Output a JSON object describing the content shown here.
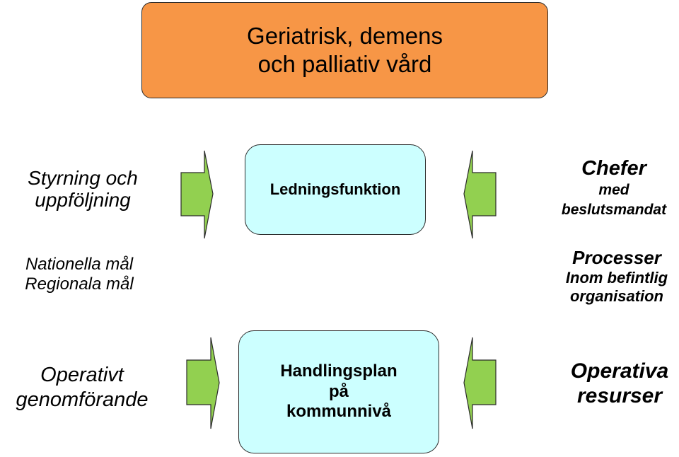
{
  "title": {
    "line1": "Geriatrisk, demens",
    "line2": "och palliativ vård"
  },
  "left_labels": {
    "styrning": {
      "line1": "Styrning och",
      "line2": "uppföljning"
    },
    "mal": {
      "line1": "Nationella mål",
      "line2": "Regionala mål"
    },
    "operativt": {
      "line1": "Operativt",
      "line2": "genomförande"
    }
  },
  "center_boxes": {
    "ledningsfunktion": "Ledningsfunktion",
    "handlingsplan": {
      "line1": "Handlingsplan",
      "line2": "på",
      "line3": "kommunnivå"
    }
  },
  "right_labels": {
    "chefer": {
      "line1": "Chefer",
      "line2": "med",
      "line3": "beslutsmandat"
    },
    "processer": {
      "line1": "Processer",
      "line2": "Inom befintlig",
      "line3": "organisation"
    },
    "operativa": {
      "line1": "Operativa",
      "line2": "resurser"
    }
  },
  "colors": {
    "title_fill": "#f79646",
    "box_fill": "#ccffff",
    "arrow_fill": "#92d050",
    "outline": "#2b2b2b"
  },
  "icons": {
    "arrows": [
      "arrow-right-icon",
      "arrow-left-icon",
      "arrow-right-icon",
      "arrow-left-icon"
    ]
  }
}
